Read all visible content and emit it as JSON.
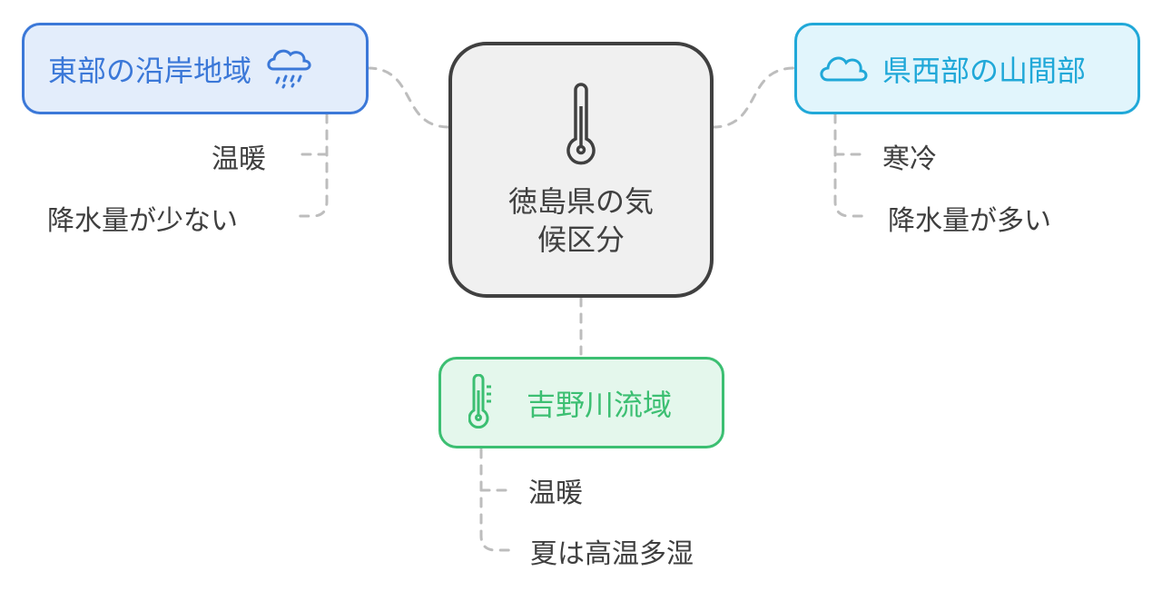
{
  "center": {
    "label_line1": "徳島県の気",
    "label_line2": "候区分",
    "icon": "thermometer-icon",
    "border": "#404040",
    "fill": "#f0f0f0"
  },
  "east": {
    "label": "東部の沿岸地域",
    "icon": "cloud-rain-icon",
    "color": "#3b78d8",
    "fill": "#e3edfb",
    "items": [
      "温暖",
      "降水量が少ない"
    ]
  },
  "west": {
    "label": "県西部の山間部",
    "icon": "cloud-icon",
    "color": "#20a8d8",
    "fill": "#e1f5fc",
    "items": [
      "寒冷",
      "降水量が多い"
    ]
  },
  "yoshino": {
    "label": "吉野川流域",
    "icon": "thermometer-icon",
    "color": "#3cbf72",
    "fill": "#e4f7ec",
    "items": [
      "温暖",
      "夏は高温多湿"
    ]
  }
}
